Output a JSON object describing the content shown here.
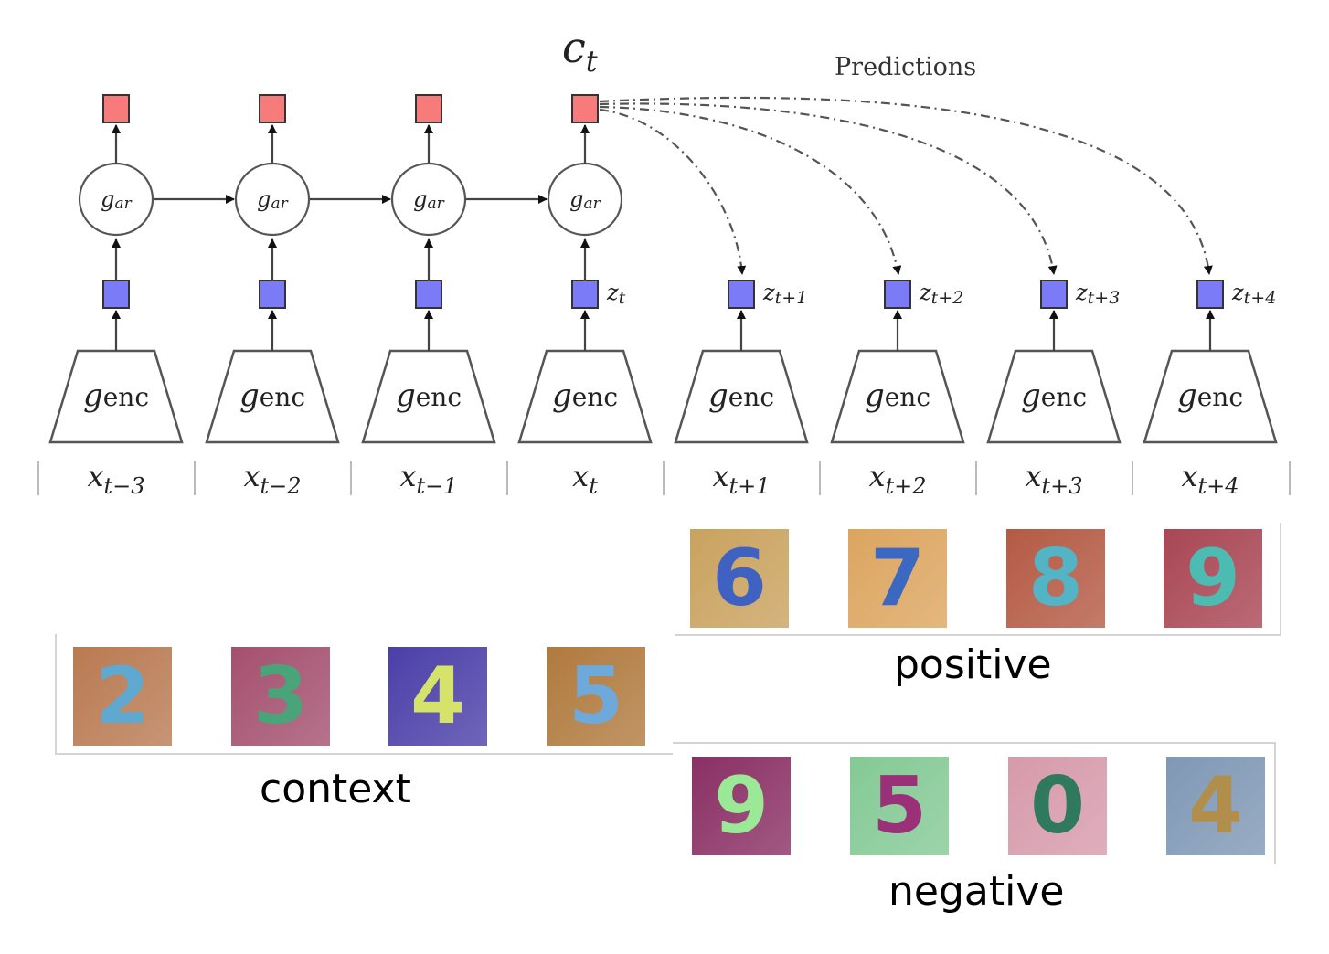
{
  "diagram": {
    "context_label": "c",
    "context_sub": "t",
    "predictions_label": "Predictions",
    "ar_label": "g",
    "ar_sub": "ar",
    "enc_label": "g",
    "enc_sub": "enc",
    "z_labels": [
      {
        "base": "z",
        "sub": "t"
      },
      {
        "base": "z",
        "sub": "t+1"
      },
      {
        "base": "z",
        "sub": "t+2"
      },
      {
        "base": "z",
        "sub": "t+3"
      },
      {
        "base": "z",
        "sub": "t+4"
      }
    ],
    "x_labels": [
      {
        "base": "x",
        "sub": "t−3"
      },
      {
        "base": "x",
        "sub": "t−2"
      },
      {
        "base": "x",
        "sub": "t−1"
      },
      {
        "base": "x",
        "sub": "t"
      },
      {
        "base": "x",
        "sub": "t+1"
      },
      {
        "base": "x",
        "sub": "t+2"
      },
      {
        "base": "x",
        "sub": "t+3"
      },
      {
        "base": "x",
        "sub": "t+4"
      }
    ],
    "colors": {
      "context_node": "#f77b7b",
      "latent_node": "#7b7bf7",
      "stroke": "#444444"
    }
  },
  "groups": {
    "context": {
      "label": "context",
      "digits": [
        {
          "digit": "2",
          "bg": "#b97a52",
          "fg": "#5fa8cf"
        },
        {
          "digit": "3",
          "bg": "#a4506e",
          "fg": "#4aa47a"
        },
        {
          "digit": "4",
          "bg": "#4b3fa8",
          "fg": "#d6e36a"
        },
        {
          "digit": "5",
          "bg": "#b07a3e",
          "fg": "#6ea9dc"
        }
      ]
    },
    "positive": {
      "label": "positive",
      "digits": [
        {
          "digit": "6",
          "bg": "#c9a25e",
          "fg": "#3f61c2"
        },
        {
          "digit": "7",
          "bg": "#dca55f",
          "fg": "#3b68c0"
        },
        {
          "digit": "8",
          "bg": "#b45a44",
          "fg": "#52b4c4"
        },
        {
          "digit": "9",
          "bg": "#a94654",
          "fg": "#4cbcb2"
        }
      ]
    },
    "negative": {
      "label": "negative",
      "digits": [
        {
          "digit": "9",
          "bg": "#8a2f64",
          "fg": "#9be896"
        },
        {
          "digit": "5",
          "bg": "#84c995",
          "fg": "#9a3178"
        },
        {
          "digit": "0",
          "bg": "#d69aab",
          "fg": "#2f7a5e"
        },
        {
          "digit": "4",
          "bg": "#7f98b5",
          "fg": "#b18f4a"
        }
      ]
    }
  }
}
